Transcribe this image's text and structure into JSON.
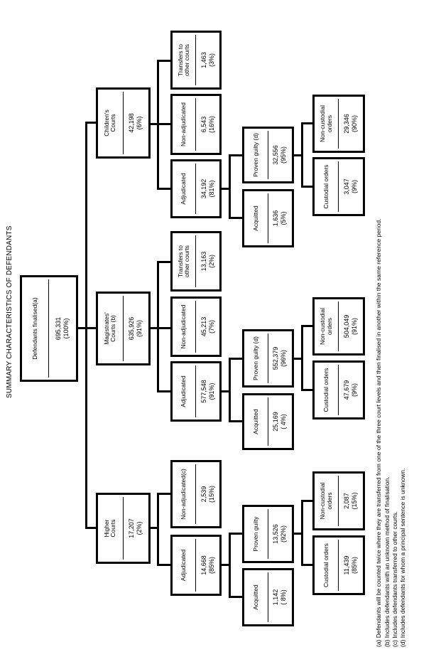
{
  "title": "SUMMARY CHARACTERISTICS OF DEFENDANTS",
  "boxes": {
    "root": {
      "label": "Defendants finalised(a)",
      "value": "695,331",
      "pct": "(100%)"
    },
    "higher": {
      "label": "Higher\nCourts",
      "value": "17,207",
      "pct": "(2%)"
    },
    "mag": {
      "label": "Magistrates'\nCourts (b)",
      "value": "635,926",
      "pct": "(91%)"
    },
    "child": {
      "label": "Children's\nCourts",
      "value": "42,198",
      "pct": "(6%)"
    },
    "higher_adj": {
      "label": "Adjudicated",
      "value": "14,668",
      "pct": "(85%)"
    },
    "higher_nonadj": {
      "label": "Non-adjudicated(c)",
      "value": "2,539",
      "pct": "(15%)"
    },
    "mag_adj": {
      "label": "Adjudicated",
      "value": "577,548",
      "pct": "(91%)"
    },
    "mag_nonadj": {
      "label": "Non-adjudicated",
      "value": "45,213",
      "pct": "(7%)"
    },
    "mag_transfers": {
      "label": "Transfers to\nother courts",
      "value": "13,163",
      "pct": "(2%)"
    },
    "child_adj": {
      "label": "Adjudicated",
      "value": "34,192",
      "pct": "(81%)"
    },
    "child_nonadj": {
      "label": "Non-adjudicated",
      "value": "6,543",
      "pct": "(16%)"
    },
    "child_transfers": {
      "label": "Transfers to\nother courts",
      "value": "1,463",
      "pct": "(3%)"
    },
    "higher_acq": {
      "label": "Acquitted",
      "value": "1,142",
      "pct": "( 8%)"
    },
    "higher_proven": {
      "label": "Proven guilty",
      "value": "13,526",
      "pct": "(92%)"
    },
    "mag_acq": {
      "label": "Acquitted",
      "value": "25,169",
      "pct": "( 4%)"
    },
    "mag_proven": {
      "label": "Proven guilty (d)",
      "value": "552,379",
      "pct": "(96%)"
    },
    "child_acq": {
      "label": "Acquitted",
      "value": "1,636",
      "pct": "(5%)"
    },
    "child_proven": {
      "label": "Proven guilty (d)",
      "value": "32,556",
      "pct": "(95%)"
    },
    "higher_cust": {
      "label": "Custodial orders",
      "value": "11,439",
      "pct": "(85%)"
    },
    "higher_noncust": {
      "label": "Non-custodial\norders",
      "value": "2,087",
      "pct": "(15%)"
    },
    "mag_cust": {
      "label": "Custodial orders",
      "value": "47,679",
      "pct": "(9%)"
    },
    "mag_noncust": {
      "label": "Non-custodial\norders",
      "value": "504,049",
      "pct": "(91%)"
    },
    "child_cust": {
      "label": "Custodial orders",
      "value": "3,047",
      "pct": "(9%)"
    },
    "child_noncust": {
      "label": "Non-custodial\norders",
      "value": "29,346",
      "pct": "(90%)"
    }
  },
  "footnotes": {
    "a": "(a) Defendants will be counted twice where they are transferred from one of the three court levels and then finalised in another within the same reference period.",
    "b": "(b) Includes defendants with an unknown method of finalisation.",
    "c": "(c) Includes defendants transferred to other courts.",
    "d": "(d) Includes defendants for whom a principal sentence is unknown."
  }
}
